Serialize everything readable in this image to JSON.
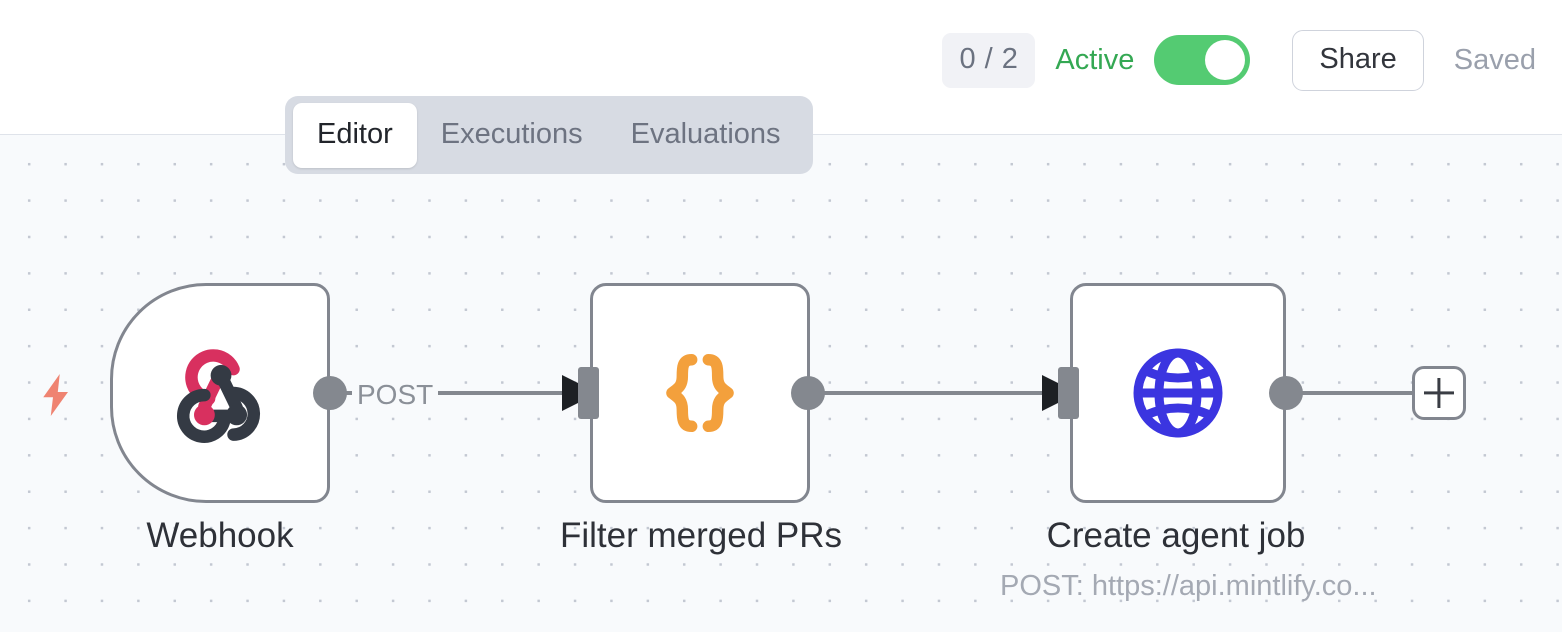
{
  "header": {
    "execution_count": "0 / 2",
    "status_label": "Active",
    "toggle": {
      "name": "active-toggle",
      "state": "on",
      "color": "#54cb72"
    },
    "share_label": "Share",
    "saved_label": "Saved"
  },
  "tabs": [
    {
      "label": "Editor",
      "active": true
    },
    {
      "label": "Executions",
      "active": false
    },
    {
      "label": "Evaluations",
      "active": false
    }
  ],
  "canvas": {
    "background": "#f8fafc",
    "dot_color": "#c3c8d2",
    "add_button_label": "+"
  },
  "nodes": [
    {
      "id": "webhook",
      "type": "trigger",
      "label": "Webhook",
      "subtitle": "",
      "icon": "webhook-icon",
      "icon_colors": {
        "primary": "#d8305f",
        "secondary": "#343a44"
      }
    },
    {
      "id": "filter",
      "type": "action",
      "label": "Filter merged PRs",
      "subtitle": "",
      "icon": "curly-braces-icon",
      "icon_colors": {
        "primary": "#f3a03c",
        "secondary": ""
      }
    },
    {
      "id": "http",
      "type": "action",
      "label": "Create agent job",
      "subtitle": "POST: https://api.mintlify.co...",
      "icon": "globe-icon",
      "icon_colors": {
        "primary": "#3b35e0",
        "secondary": ""
      }
    }
  ],
  "edges": [
    {
      "from": "webhook",
      "to": "filter",
      "label": "POST"
    },
    {
      "from": "filter",
      "to": "http",
      "label": ""
    }
  ]
}
